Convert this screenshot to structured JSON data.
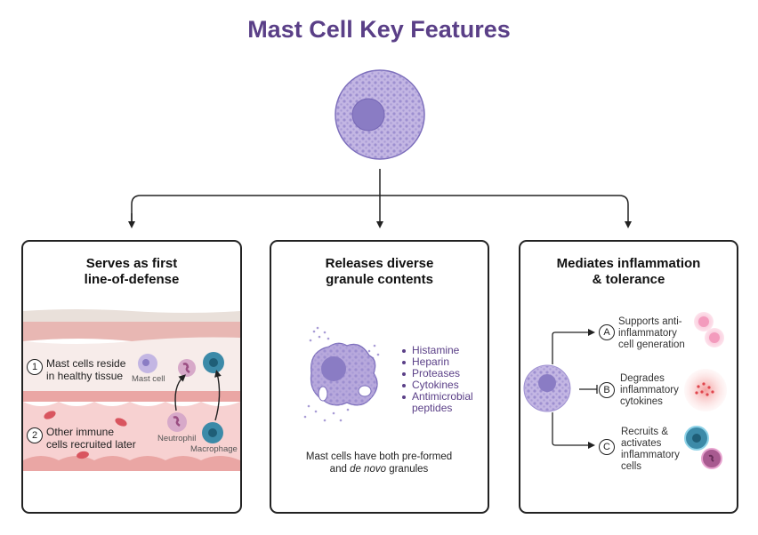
{
  "title": "Mast Cell Key Features",
  "colors": {
    "accent": "#5a3f87",
    "cell_fill": "#b7a8dc",
    "nucleus": "#8a7cc4"
  },
  "panels": [
    {
      "title_line1": "Serves as first",
      "title_line2": "line-of-defense",
      "steps": [
        {
          "marker": "1",
          "line1": "Mast cells reside",
          "line2": "in healthy tissue"
        },
        {
          "marker": "2",
          "line1": "Other immune",
          "line2": "cells  recruited later"
        }
      ],
      "cell_labels": {
        "mast_cell": "Mast cell",
        "neutrophil": "Neutrophil",
        "macrophage": "Macrophage"
      }
    },
    {
      "title_line1": "Releases diverse",
      "title_line2": "granule contents",
      "granule_contents": [
        "Histamine",
        "Heparin",
        "Proteases",
        "Cytokines",
        "Antimicrobial peptides"
      ],
      "caption_line1": "Mast cells have both pre-formed",
      "caption_line2_pre": "and ",
      "caption_line2_em": "de novo",
      "caption_line2_post": " granules"
    },
    {
      "title_line1": "Mediates inflammation",
      "title_line2": "& tolerance",
      "functions": [
        {
          "marker": "A",
          "lines": [
            "Supports anti-",
            "inflammatory",
            "cell generation"
          ],
          "arrow": "activate"
        },
        {
          "marker": "B",
          "lines": [
            "Degrades",
            "inflammatory",
            "cytokines"
          ],
          "arrow": "inhibit"
        },
        {
          "marker": "C",
          "lines": [
            "Recruits &",
            "activates",
            "inflammatory",
            "cells"
          ],
          "arrow": "activate"
        }
      ]
    }
  ]
}
